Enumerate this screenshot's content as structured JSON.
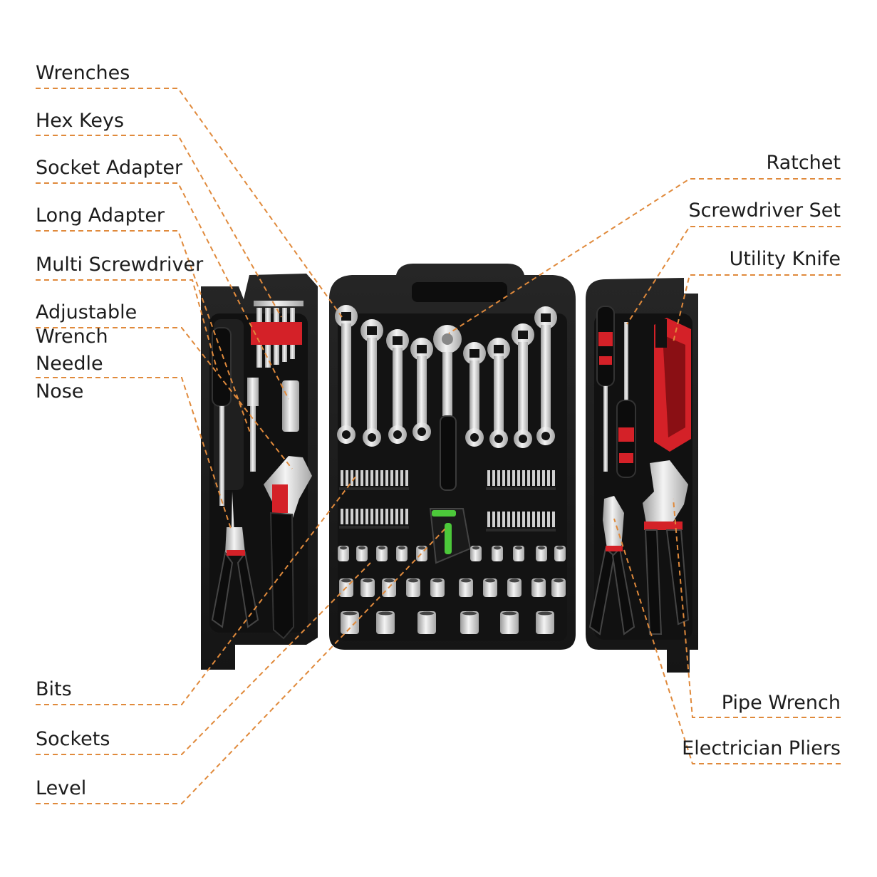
{
  "labels_left": [
    {
      "id": "wrenches",
      "text": "Wrenches"
    },
    {
      "id": "hex-keys",
      "text": "Hex Keys"
    },
    {
      "id": "socket-adapter",
      "text": "Socket Adapter"
    },
    {
      "id": "long-adapter",
      "text": "Long Adapter"
    },
    {
      "id": "multi-screwdriver",
      "text": "Multi Screwdriver"
    },
    {
      "id": "adjustable-wrench-1",
      "text": "Adjustable"
    },
    {
      "id": "adjustable-wrench-2",
      "text": "Wrench"
    },
    {
      "id": "needle-nose-1",
      "text": "Needle"
    },
    {
      "id": "needle-nose-2",
      "text": "Nose"
    },
    {
      "id": "bits",
      "text": "Bits"
    },
    {
      "id": "sockets",
      "text": "Sockets"
    },
    {
      "id": "level",
      "text": "Level"
    }
  ],
  "labels_right": [
    {
      "id": "ratchet",
      "text": "Ratchet"
    },
    {
      "id": "screwdriver-set",
      "text": "Screwdriver Set"
    },
    {
      "id": "utility-knife",
      "text": "Utility Knife"
    },
    {
      "id": "pipe-wrench",
      "text": "Pipe Wrench"
    },
    {
      "id": "electrician-pliers",
      "text": "Electrician Pliers"
    }
  ],
  "colors": {
    "leader": "#e08a3c",
    "case": "#1d1d1d",
    "accent": "#d42128",
    "chrome": "#d8d8d8",
    "level_green": "#4cc83a"
  }
}
